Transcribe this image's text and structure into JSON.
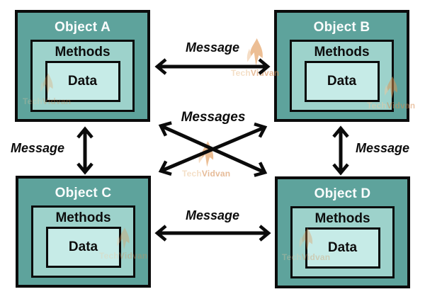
{
  "objects": [
    {
      "title": "Object A",
      "methods": "Methods",
      "data": "Data"
    },
    {
      "title": "Object B",
      "methods": "Methods",
      "data": "Data"
    },
    {
      "title": "Object C",
      "methods": "Methods",
      "data": "Data"
    },
    {
      "title": "Object D",
      "methods": "Methods",
      "data": "Data"
    }
  ],
  "arrows": {
    "ab_label": "Message",
    "cd_label": "Message",
    "ac_label": "Message",
    "bd_label": "Message",
    "cross_label": "Messages"
  },
  "watermark": {
    "part1": "Tech",
    "part2": "Vidvan"
  },
  "colors": {
    "object_bg": "#5ea39c",
    "methods_bg": "#9dd2cb",
    "data_bg": "#c6ebe7",
    "border": "#0b0b0b",
    "arrow": "#0b0b0b",
    "title_text": "#fbfdfd",
    "watermark_light": "#eecaa2",
    "watermark_dark": "#d68f55"
  }
}
